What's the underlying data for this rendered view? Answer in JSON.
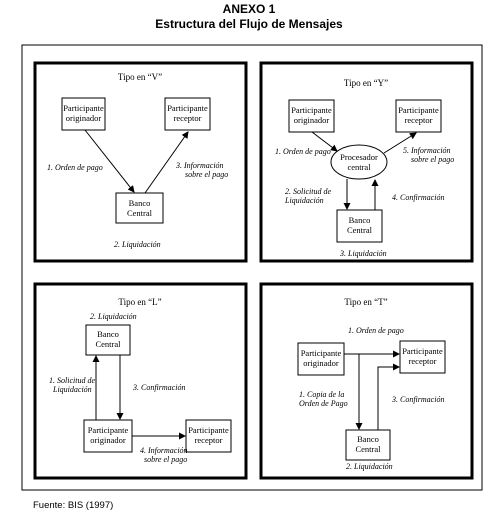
{
  "title": "ANEXO 1",
  "subtitle": "Estructura del Flujo de Mensajes",
  "source": "Fuente: BIS (1997)",
  "panels": {
    "v": {
      "title": "Tipo en “V”",
      "originator": [
        "Participante",
        "originador"
      ],
      "receiver": [
        "Participante",
        "receptor"
      ],
      "bank": [
        "Banco",
        "Central"
      ],
      "step1": "1. Orden de pago",
      "step2": "2. Liquidación",
      "step3": [
        "3. Información",
        "sobre el pago"
      ]
    },
    "y": {
      "title": "Tipo en “Y”",
      "originator": [
        "Participante",
        "originador"
      ],
      "receiver": [
        "Participante",
        "receptor"
      ],
      "processor": [
        "Procesador",
        "central"
      ],
      "bank": [
        "Banco",
        "Central"
      ],
      "step1": "1. Orden de pago",
      "step2": [
        "2. Solicitud de",
        "Liquidación"
      ],
      "step3": "3. Liquidación",
      "step4": "4. Confirmación",
      "step5": [
        "5. Información",
        "sobre el pago"
      ]
    },
    "l": {
      "title": "Tipo en “L”",
      "bank": [
        "Banco",
        "Central"
      ],
      "originator": [
        "Participante",
        "originador"
      ],
      "receiver": [
        "Participante",
        "receptor"
      ],
      "step1": [
        "1. Solicitud de",
        "Liquidación"
      ],
      "step2": "2. Liquidación",
      "step3": "3. Confirmación",
      "step4": [
        "4. Información",
        "sobre el pago"
      ]
    },
    "t": {
      "title": "Tipo en “T”",
      "originator": [
        "Participante",
        "originador"
      ],
      "receiver": [
        "Participante",
        "receptor"
      ],
      "bank": [
        "Banco",
        "Central"
      ],
      "step1": "1. Orden de pago",
      "step1b": [
        "1. Copia de la",
        "Orden de Pago"
      ],
      "step2": "2. Liquidación",
      "step3": "3. Confirmación"
    }
  }
}
